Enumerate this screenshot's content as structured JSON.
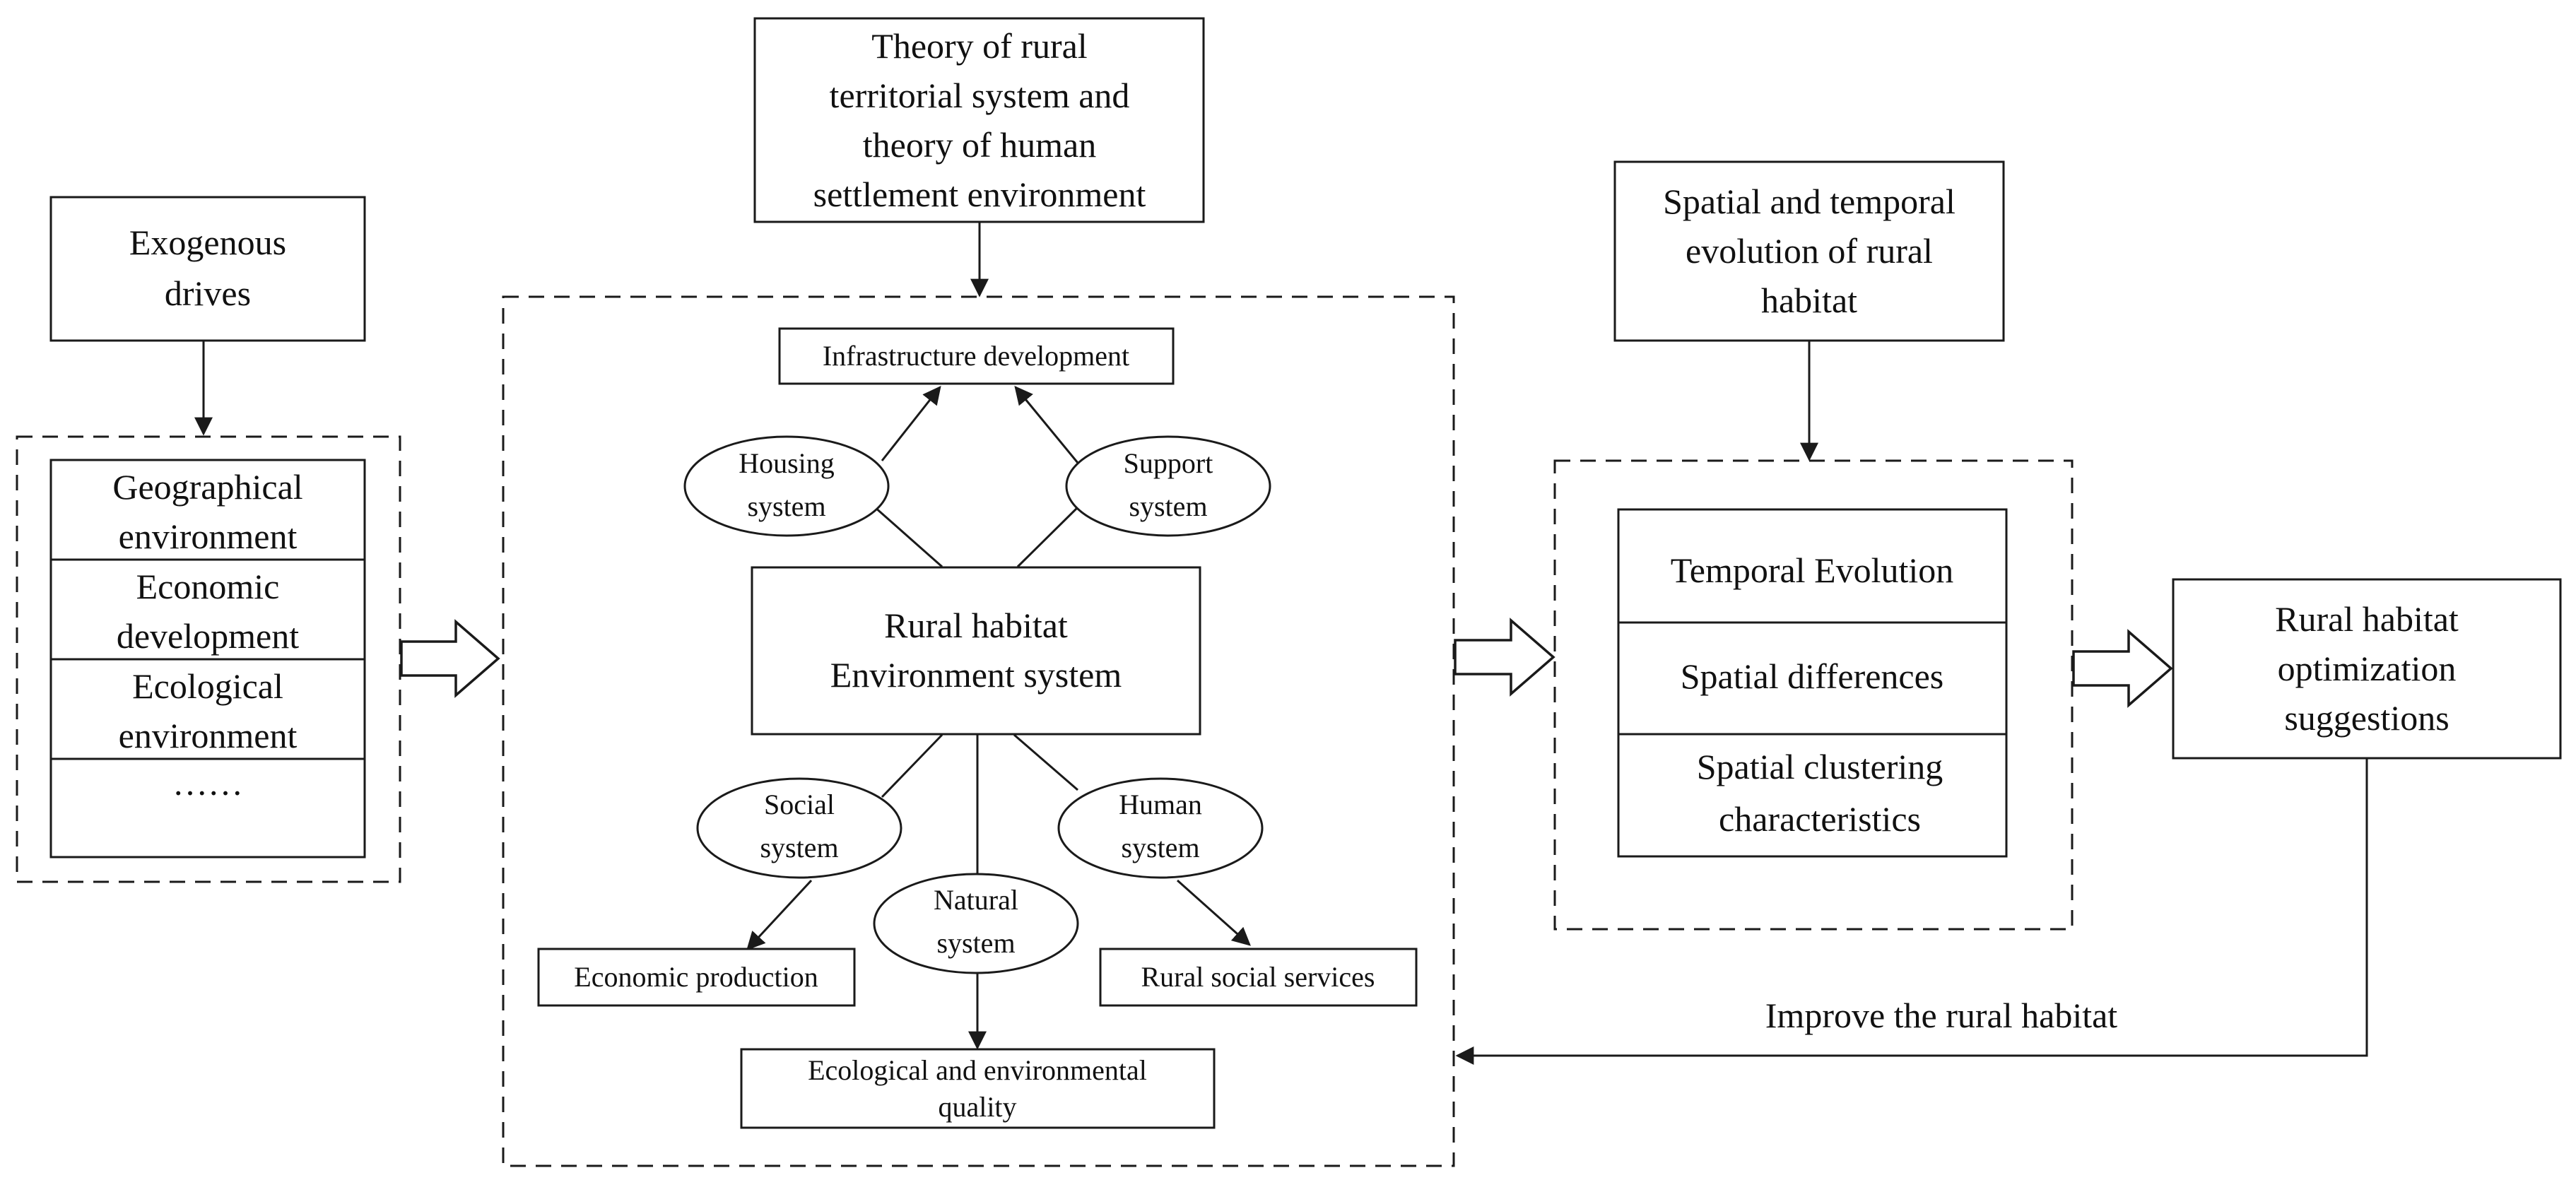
{
  "theory_box": {
    "lines": [
      "Theory of rural",
      "territorial system and",
      "theory of human",
      "settlement environment"
    ]
  },
  "exogenous_box": {
    "lines": [
      "Exogenous",
      "drives"
    ]
  },
  "factors": {
    "geographical": [
      "Geographical",
      "environment"
    ],
    "economic": [
      "Economic",
      "development"
    ],
    "ecological": [
      "Ecological",
      "environment"
    ],
    "ellipsis": "……"
  },
  "system": {
    "infrastructure": "Infrastructure development",
    "housing": [
      "Housing",
      "system"
    ],
    "support": [
      "Support",
      "system"
    ],
    "core": [
      "Rural habitat",
      "Environment system"
    ],
    "social": [
      "Social",
      "system"
    ],
    "human": [
      "Human",
      "system"
    ],
    "natural": [
      "Natural",
      "system"
    ],
    "economic_production": "Economic production",
    "rural_social_services": "Rural social services",
    "ecological_quality": [
      "Ecological and environmental",
      "quality"
    ]
  },
  "evolution_box": {
    "lines": [
      "Spatial and temporal",
      "evolution of rural",
      "habitat"
    ]
  },
  "analysis": {
    "temporal": "Temporal Evolution",
    "spatial": "Spatial differences",
    "clustering": [
      "Spatial clustering",
      "characteristics"
    ]
  },
  "suggestions_box": {
    "lines": [
      "Rural habitat",
      "optimization",
      "suggestions"
    ]
  },
  "feedback_label": "Improve the rural habitat"
}
